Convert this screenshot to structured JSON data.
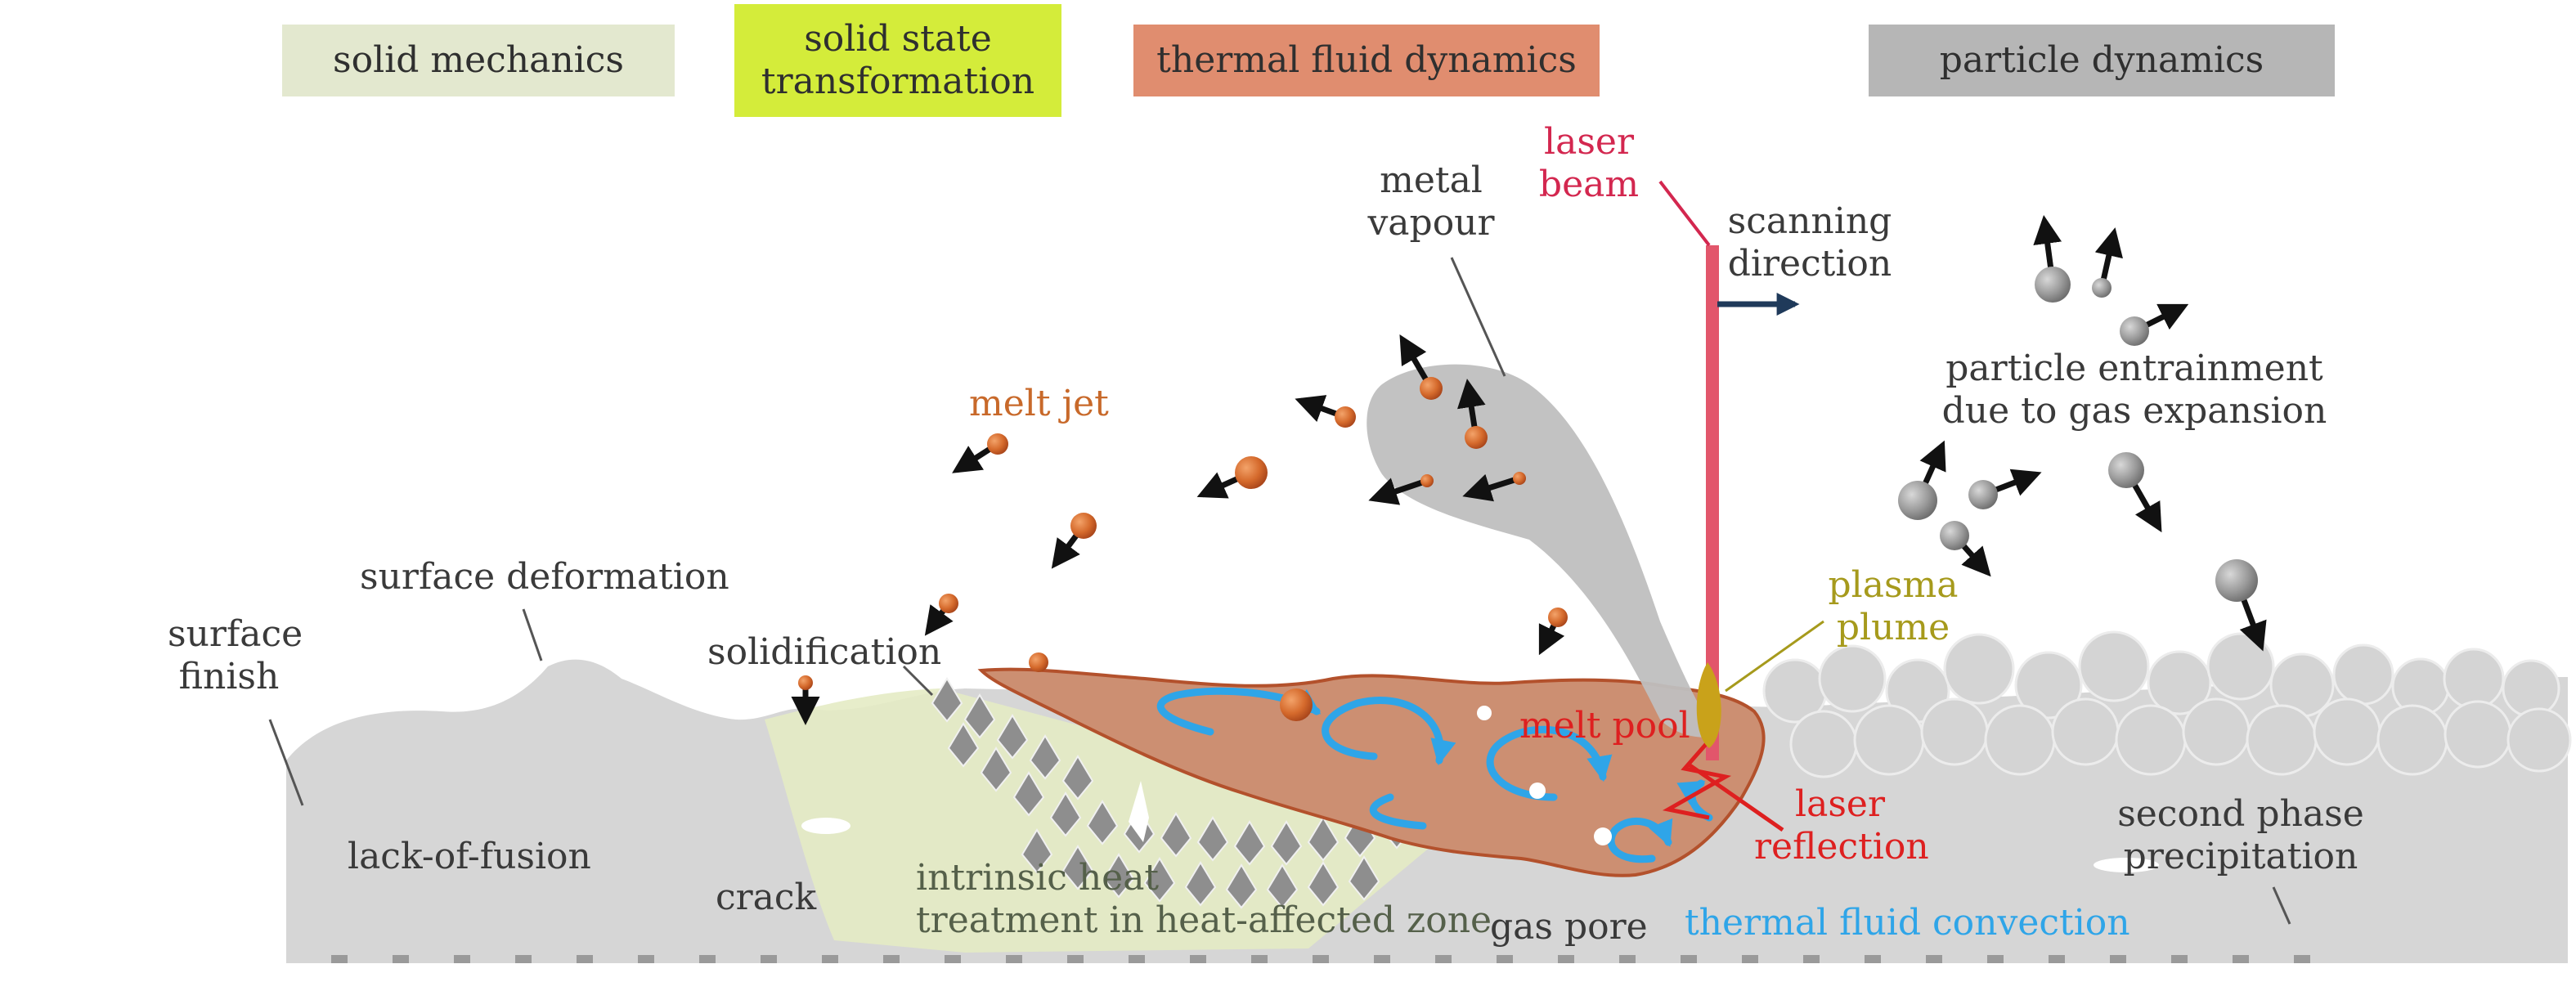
{
  "categories": {
    "solid_mechanics": "solid mechanics",
    "solid_state": "solid state\ntransformation",
    "thermal_fluid": "thermal fluid dynamics",
    "particle_dynamics": "particle dynamics"
  },
  "labels": {
    "laser_beam": "laser\nbeam",
    "scanning_direction": "scanning\ndirection",
    "metal_vapour": "metal\nvapour",
    "melt_jet": "melt jet",
    "particle_entrainment": "particle entrainment\ndue to gas expansion",
    "surface_deformation": "surface deformation",
    "surface_finish": "surface\nfinish",
    "solidification": "solidification",
    "plasma_plume": "plasma\nplume",
    "melt_pool": "melt pool",
    "laser_reflection": "laser\nreflection",
    "lack_of_fusion": "lack-of-fusion",
    "crack": "crack",
    "intrinsic_heat": "intrinsic heat\ntreatment in heat-affected zone",
    "gas_pore": "gas pore",
    "thermal_fluid_convection": "thermal fluid convection",
    "second_phase": "second phase\nprecipitation"
  },
  "colors": {
    "solid_mechanics_bg": "#e3e8cf",
    "solid_state_bg": "#d4ec3a",
    "thermal_fluid_bg": "#e08d6f",
    "particle_dynamics_bg": "#b6b6b6",
    "substrate": "#d6d6d6",
    "melt_pool": "#cc8f72",
    "melt_pool_edge": "#b3512c",
    "laser": "#e2566b",
    "laser_text": "#d3274f",
    "reflection": "#de2020",
    "convection": "#2fa5e8",
    "plasma_text": "#a69a1c",
    "melt_jet_text": "#c8692a",
    "haz": "#e4ebc4"
  }
}
